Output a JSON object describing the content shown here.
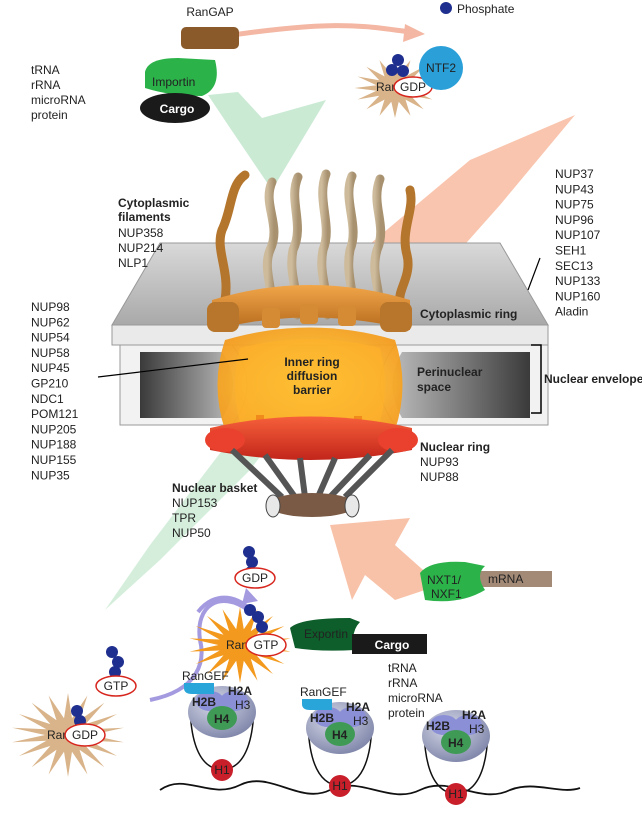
{
  "labels": {
    "ran_gap": "RanGAP",
    "phosphate": "Phosphate",
    "ntf2": "NTF2",
    "ran": "Ran",
    "gdp": "GDP",
    "gtp": "GTP",
    "importin": "Importin",
    "cargo": "Cargo",
    "exportin": "Exportin",
    "ran_gef": "RanGEF",
    "nxt1_nxf1_line1": "NXT1/",
    "nxt1_nxf1_line2": "NXF1",
    "mrna": "mRNA",
    "inner_ring_line1": "Inner ring",
    "inner_ring_line2": "diffusion",
    "inner_ring_line3": "barrier",
    "perinuclear_line1": "Perinuclear",
    "perinuclear_line2": "space",
    "nuclear_envelope": "Nuclear envelope",
    "cytoplasmic_ring": "Cytoplasmic ring",
    "cytoplasmic_filaments_line1": "Cytoplasmic",
    "cytoplasmic_filaments_line2": "filaments",
    "nuclear_ring": "Nuclear ring",
    "nuclear_basket": "Nuclear basket",
    "h2a": "H2A",
    "h2b": "H2B",
    "h3": "H3",
    "h4": "H4",
    "h1": "H1"
  },
  "import_cargo_types": [
    "tRNA",
    "rRNA",
    "microRNA",
    "protein"
  ],
  "export_cargo_types": [
    "tRNA",
    "rRNA",
    "microRNA",
    "protein"
  ],
  "cytoplasmic_filament_nups": [
    "NUP358",
    "NUP214",
    "NLP1"
  ],
  "cytoplasmic_ring_nups": [
    "NUP37",
    "NUP43",
    "NUP75",
    "NUP96",
    "NUP107",
    "SEH1",
    "SEC13",
    "NUP133",
    "NUP160",
    "Aladin"
  ],
  "inner_ring_nups": [
    "NUP98",
    "NUP62",
    "NUP54",
    "NUP58",
    "NUP45",
    "GP210",
    "NDC1",
    "POM121",
    "NUP205",
    "NUP188",
    "NUP155",
    "NUP35"
  ],
  "nuclear_ring_nups": [
    "NUP93",
    "NUP88"
  ],
  "nuclear_basket_nups": [
    "NUP153",
    "TPR",
    "NUP50"
  ],
  "colors": {
    "import_arrow": "#b9e3c6",
    "export_arrow": "#f7b79a",
    "ran_star": "#d9b48a",
    "ran_star_nuclear": "#f39a1e",
    "gtp_ring": "#d7261e",
    "phosphate": "#1f2f8f",
    "importin": "#2bb34a",
    "exportin": "#0d5e2a",
    "ntf2": "#2a9fd8",
    "ran_gef": "#2aa5d9",
    "mrna": "#a38a77",
    "nxt": "#2bb34a",
    "cytoplasmic_ring": "#c77a2a",
    "inner_ring": "#f7a21b",
    "nuclear_ring": "#e4352a",
    "envelope": "#bdbdbd",
    "histone_h2a": "#8b8fd6",
    "histone_h4": "#3f9a55",
    "histone_h1": "#c81f2b"
  }
}
